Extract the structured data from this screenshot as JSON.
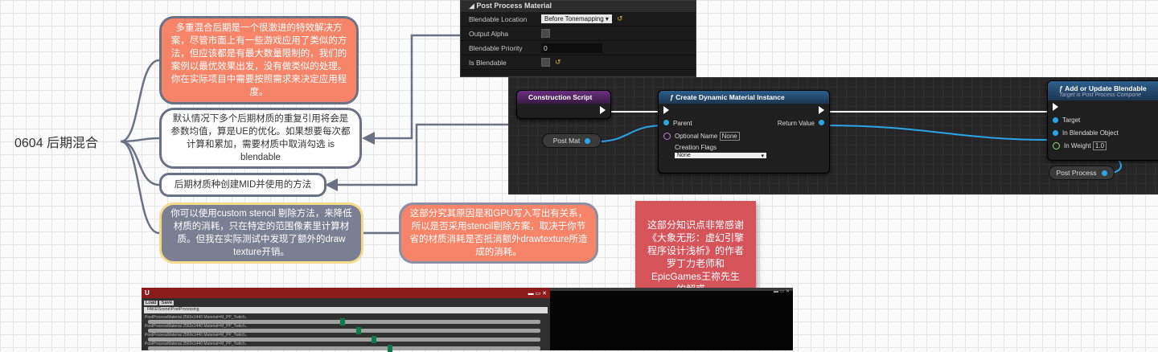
{
  "mindmap": {
    "root": "0604 后期混合",
    "n1": "多重混合后期是一个很激进的特效解决方案，尽管市面上有一些游戏应用了类似的方法，但应该都是有最大数量限制的，我们的案例以最优效果出发，没有做类似的处理。你在实际项目中需要按照需求来决定应用程度。",
    "n2": "默认情况下多个后期材质的重复引用将会是参数均值，算是UE的优化。如果想要每次都计算和累加，需要材质中取消勾选 is blendable",
    "n3": "后期材质种创建MID并使用的方法",
    "n4": "你可以使用custom stencil 剔除方法，来降低材质的消耗，只在特定的范围像素里计算材质。但我在实际测试中发现了额外的draw texture开销。",
    "n5": "这部分究其原因是和GPU写入写出有关系，所以是否采用stencil剔除方案，取决于你节省的材质消耗是否抵消额外drawtexture所造成的消耗。",
    "sticky": "这部分知识点非常感谢《大象无形：虚幻引擎程序设计浅析》的作者罗丁力老师和EpicGames王祢先生的解惑。"
  },
  "details": {
    "header": "Post Process Material",
    "rows": [
      {
        "label": "Blendable Location",
        "value": "Before Tonemapping"
      },
      {
        "label": "Output Alpha",
        "value": ""
      },
      {
        "label": "Blendable Priority",
        "value": "0"
      },
      {
        "label": "Is Blendable",
        "value": ""
      }
    ]
  },
  "blueprint": {
    "construction": "Construction Script",
    "cdmi": {
      "title": "Create Dynamic Material Instance",
      "parent": "Parent",
      "return": "Return Value",
      "optname": "Optional Name",
      "optval": "None",
      "flags": "Creation Flags",
      "flagval": "None"
    },
    "postmat": "Post Mat",
    "add": {
      "title": "Add or Update Blendable",
      "subtitle": "Target is Post Process Compone",
      "target": "Target",
      "obj": "In Blendable Object",
      "weight": "In Weight",
      "weightval": "1.0"
    },
    "postprocess": "Post Process"
  },
  "editor": {
    "load": "Load",
    "save": "Save",
    "path": "FAKE\\Scene\\PostProcessing",
    "tracks": [
      {
        "label": "PostProcessMaterial 2560x1440 Material=M_PP_Twitch..",
        "pos": 0.49
      },
      {
        "label": "PostProcessMaterial 2560x1440 Material=M_PP_Twitch..",
        "pos": 0.53
      },
      {
        "label": "PostProcessMaterial 2560x1440 Material=M_PP_Twitch..",
        "pos": 0.57
      },
      {
        "label": "PostProcessMaterial 2560x1440 Material=M_PP_Twitch..",
        "pos": 0.61
      }
    ]
  },
  "colors": {
    "orange": "#f58468",
    "slate": "#7a7f93",
    "sticky": "#d5545a",
    "connector": "#6a7185"
  }
}
